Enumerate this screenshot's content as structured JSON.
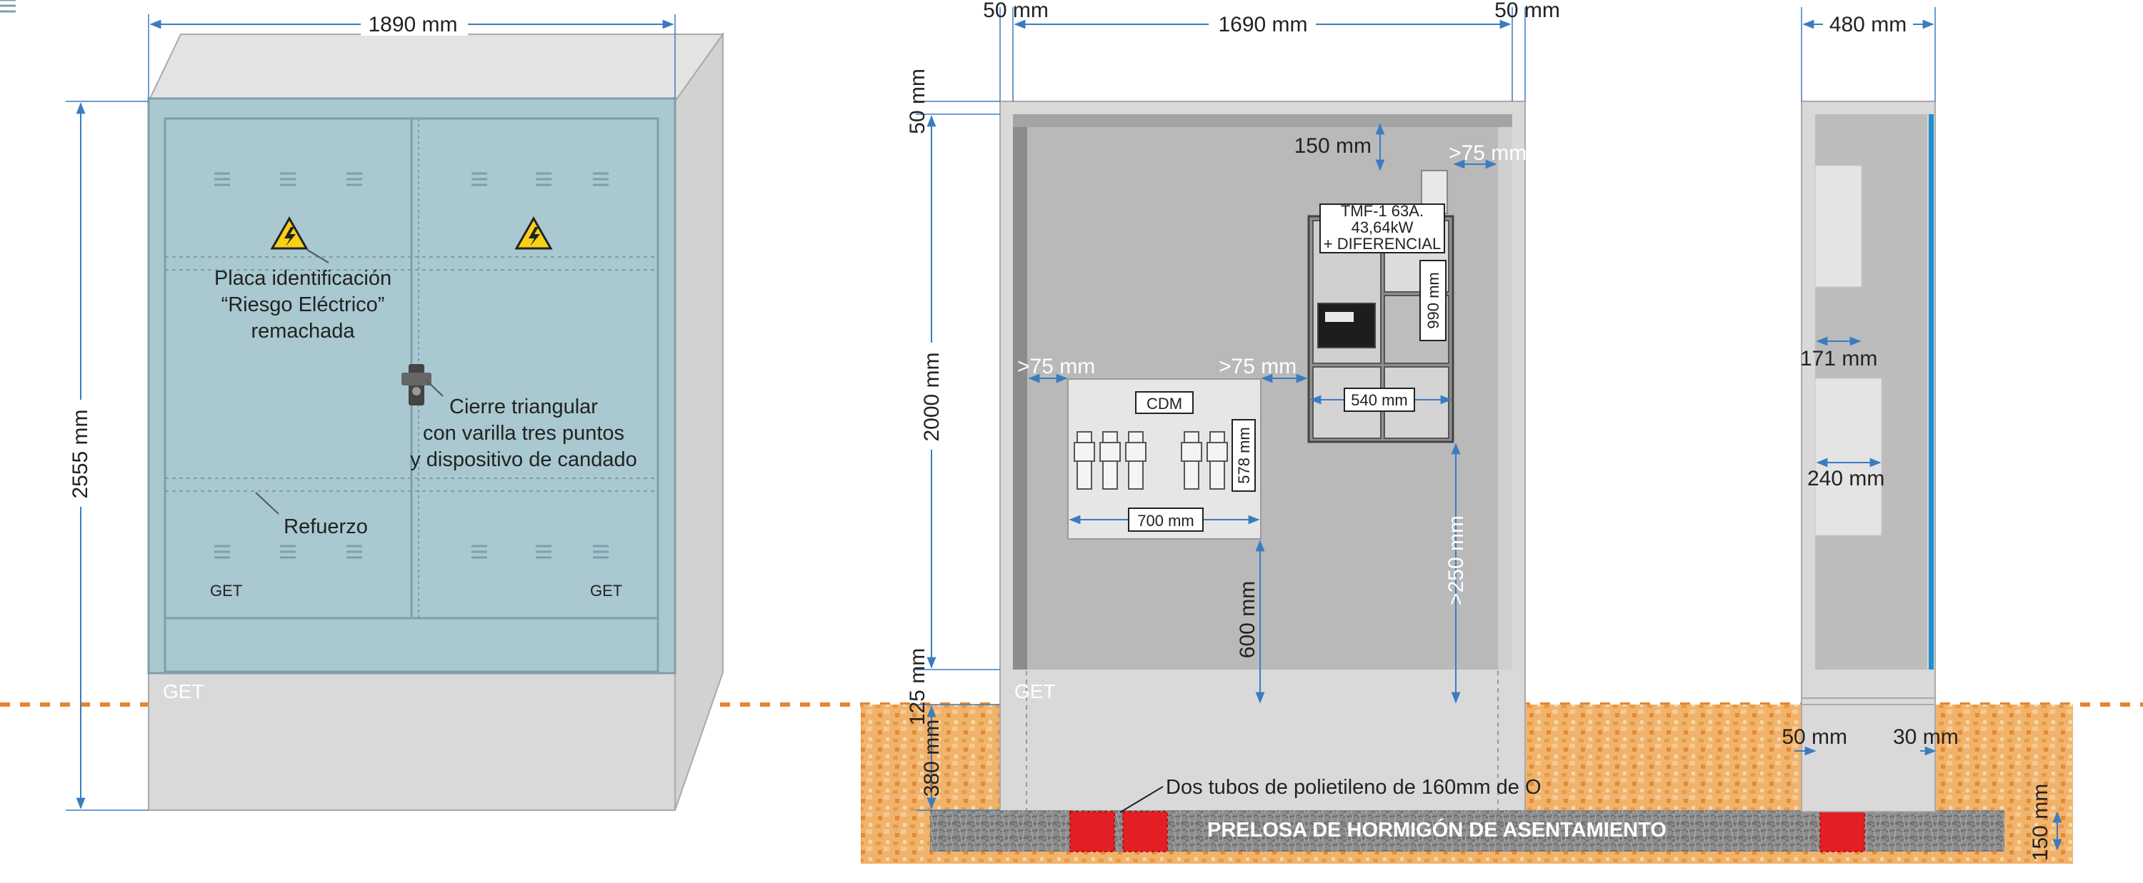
{
  "colors": {
    "door_fill": "#a9c8d0",
    "door_edge": "#7e9fa9",
    "concrete": "#d9d9d9",
    "interior_gray": "#b9b9b9",
    "dim_line": "#3b7cc0",
    "ground": "#f1b36b",
    "ground_line": "#e8852b",
    "slab": "#8a8a8a",
    "tube": "#e31e24",
    "hazard": "#f7d117"
  },
  "front_view": {
    "width_label": "1890 mm",
    "height_label": "2555 mm",
    "plate_label": [
      "Placa identificación",
      "“Riesgo Eléctrico”",
      "remachada"
    ],
    "lock_label": [
      "Cierre triangular",
      "con varilla tres puntos",
      "y dispositivo de candado"
    ],
    "reinforcement_label": "Refuerzo",
    "brand": "GET",
    "door_small_marks": [
      "GET",
      "GET"
    ]
  },
  "section_view": {
    "left_wall_label": "50 mm",
    "inner_width_label": "1690 mm",
    "right_wall_label": "50 mm",
    "top_wall_label": "50 mm",
    "inner_height_label": "2000 mm",
    "base_label": "125 mm",
    "buried_label": "380 mm",
    "meter_top_gap_label": "150 mm",
    "meter_right_gap_label": ">75 mm",
    "tmf_label": [
      "TMF-1 63A.",
      "43,64kW",
      "+ DIFERENCIAL"
    ],
    "meter_height_label": "990 mm",
    "meter_width_label": "540 mm",
    "cdm_left_gap_label": ">75 mm",
    "cdm_right_gap_label": ">75 mm",
    "cdm_label": "CDM",
    "cdm_height_label": "578 mm",
    "cdm_width_label": "700 mm",
    "cdm_floor_gap_label": "600 mm",
    "meter_floor_gap_label": ">250 mm",
    "tubes_label": "Dos tubos de polietileno de 160mm de O",
    "slab_label": "PRELOSA DE HORMIGÓN DE ASENTAMIENTO",
    "brand": "GET"
  },
  "side_view": {
    "depth_label": "480 mm",
    "upper_box_label": "171 mm",
    "lower_box_label": "240 mm",
    "left_wall_label": "50 mm",
    "right_wall_label": "30 mm",
    "slab_label": "150 mm"
  }
}
